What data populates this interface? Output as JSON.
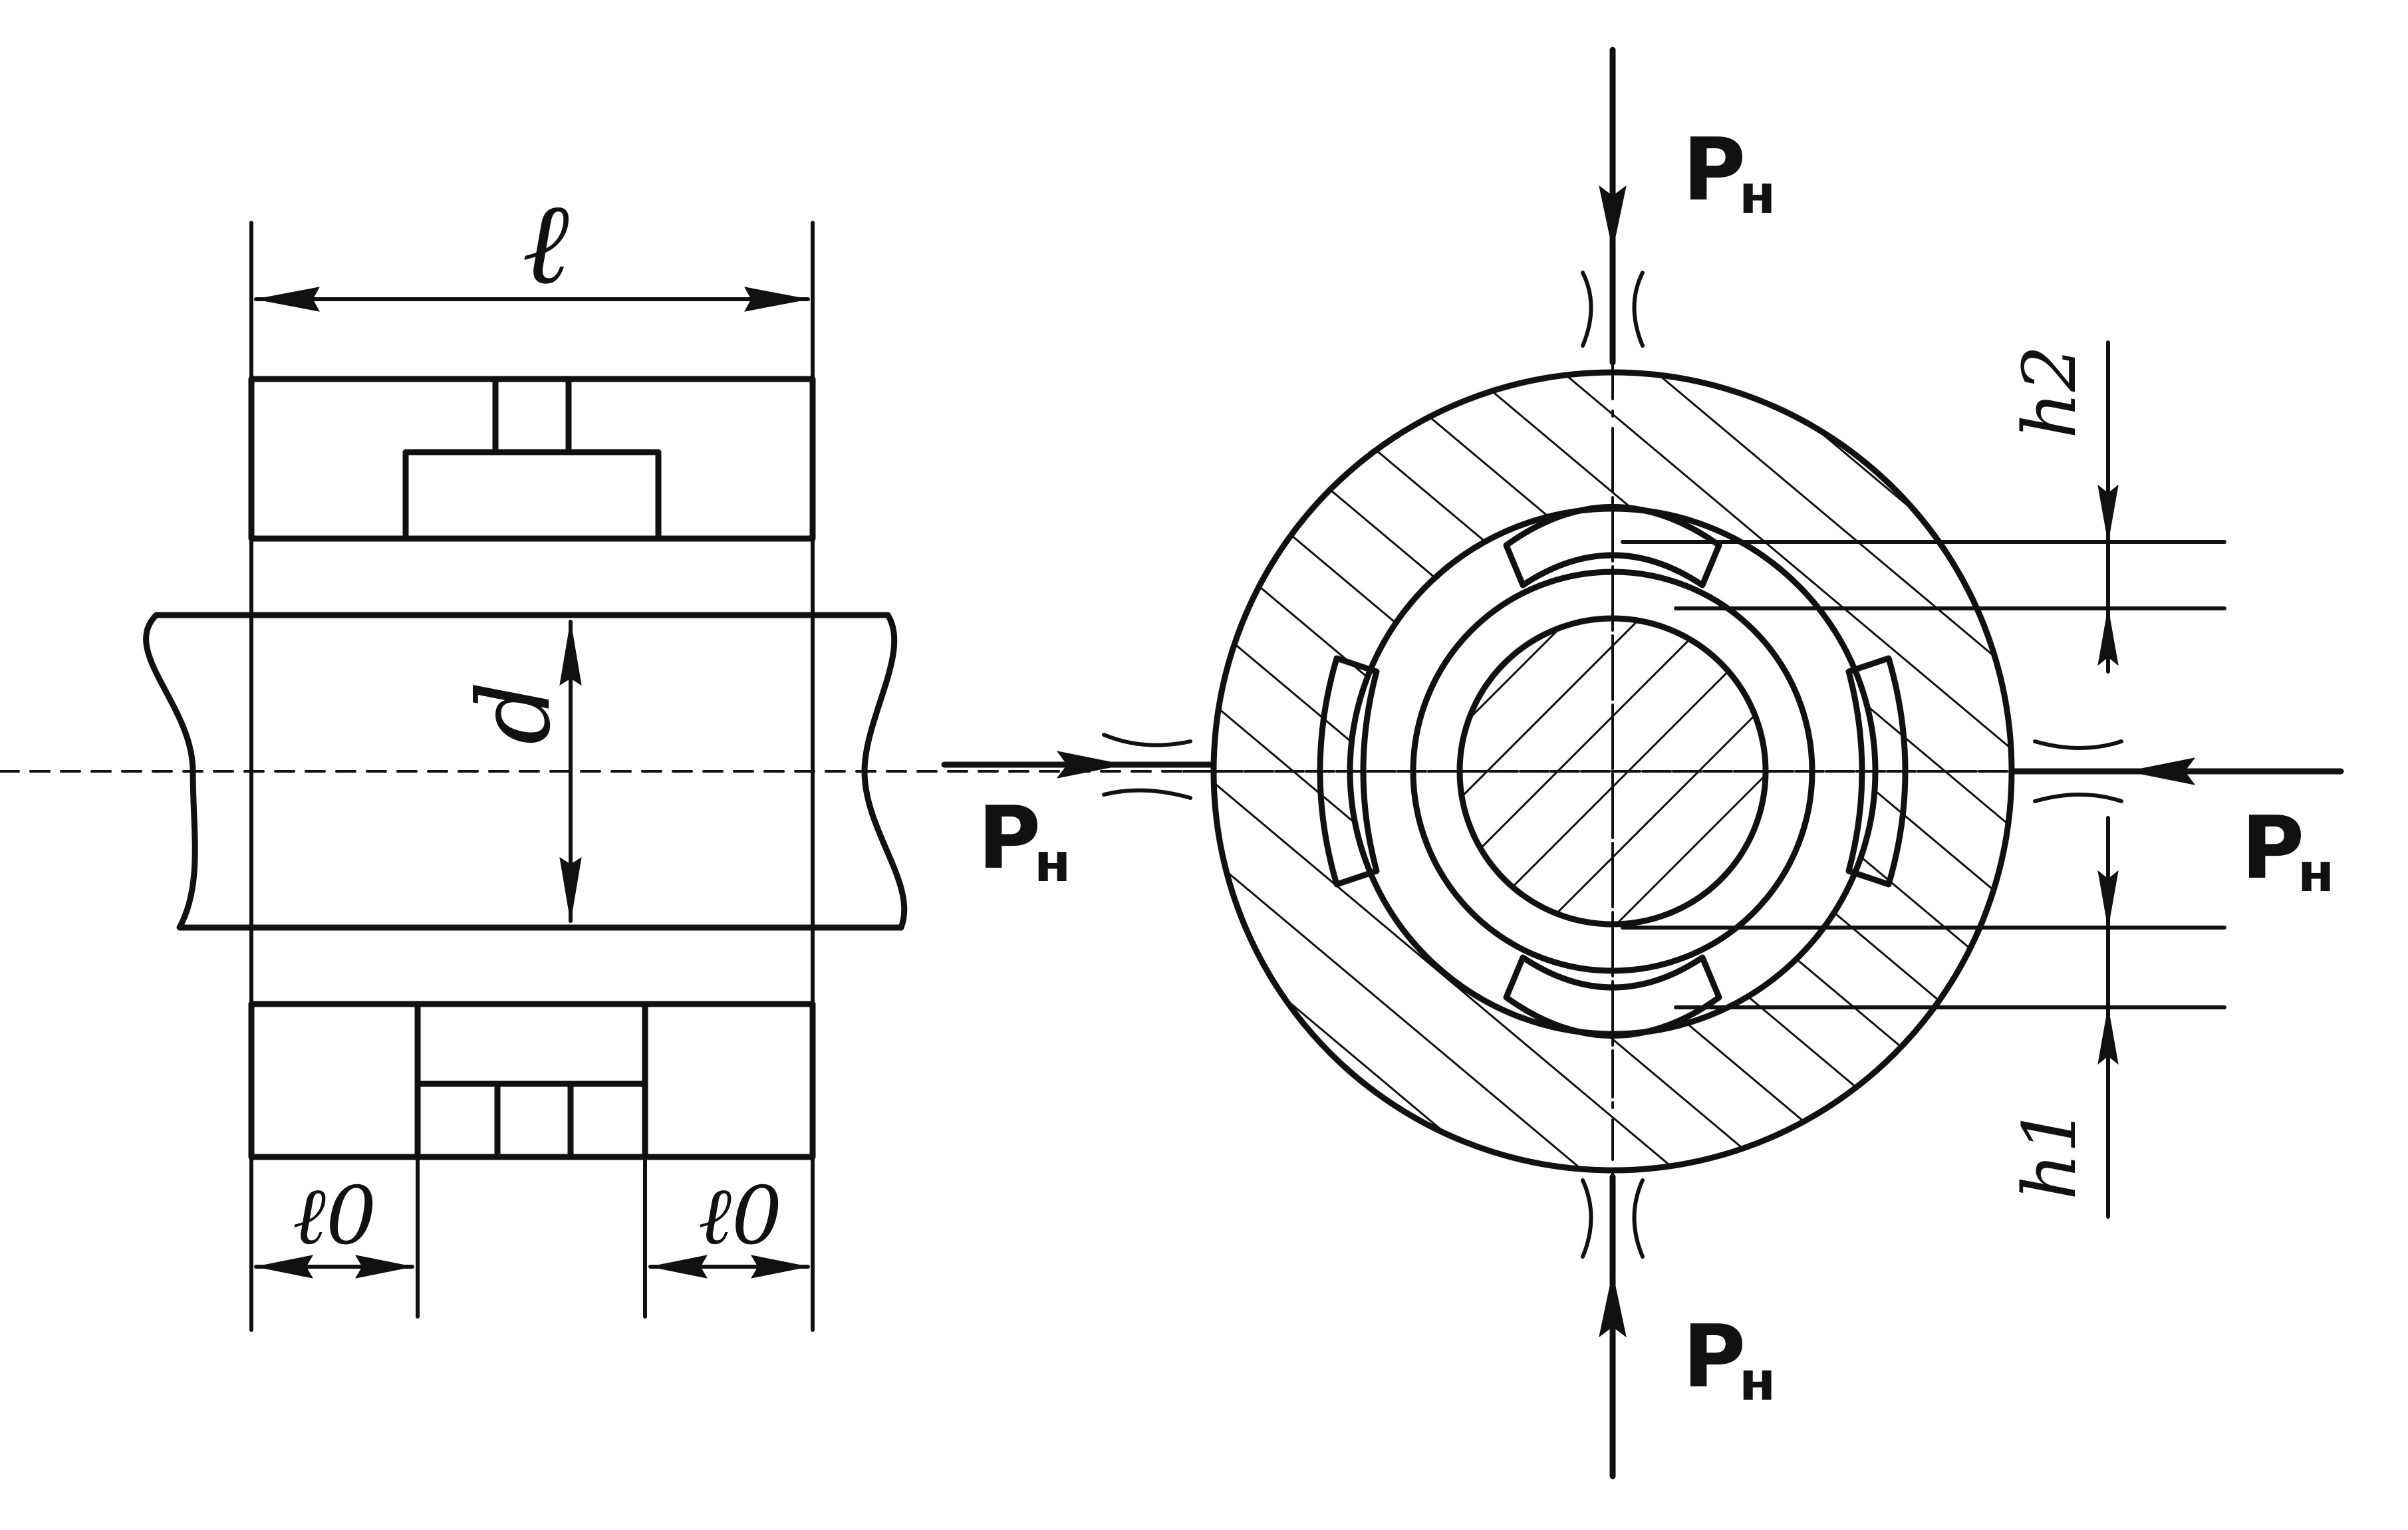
{
  "labels": {
    "length_l": "ℓ",
    "diameter_d": "d",
    "ends_l0_left": "ℓ0",
    "ends_l0_right": "ℓ0",
    "force_p": "P",
    "force_sub": "н",
    "h1": "h1",
    "h2": "h2"
  },
  "colors": {
    "ink": "#111111",
    "paper": "#ffffff"
  }
}
